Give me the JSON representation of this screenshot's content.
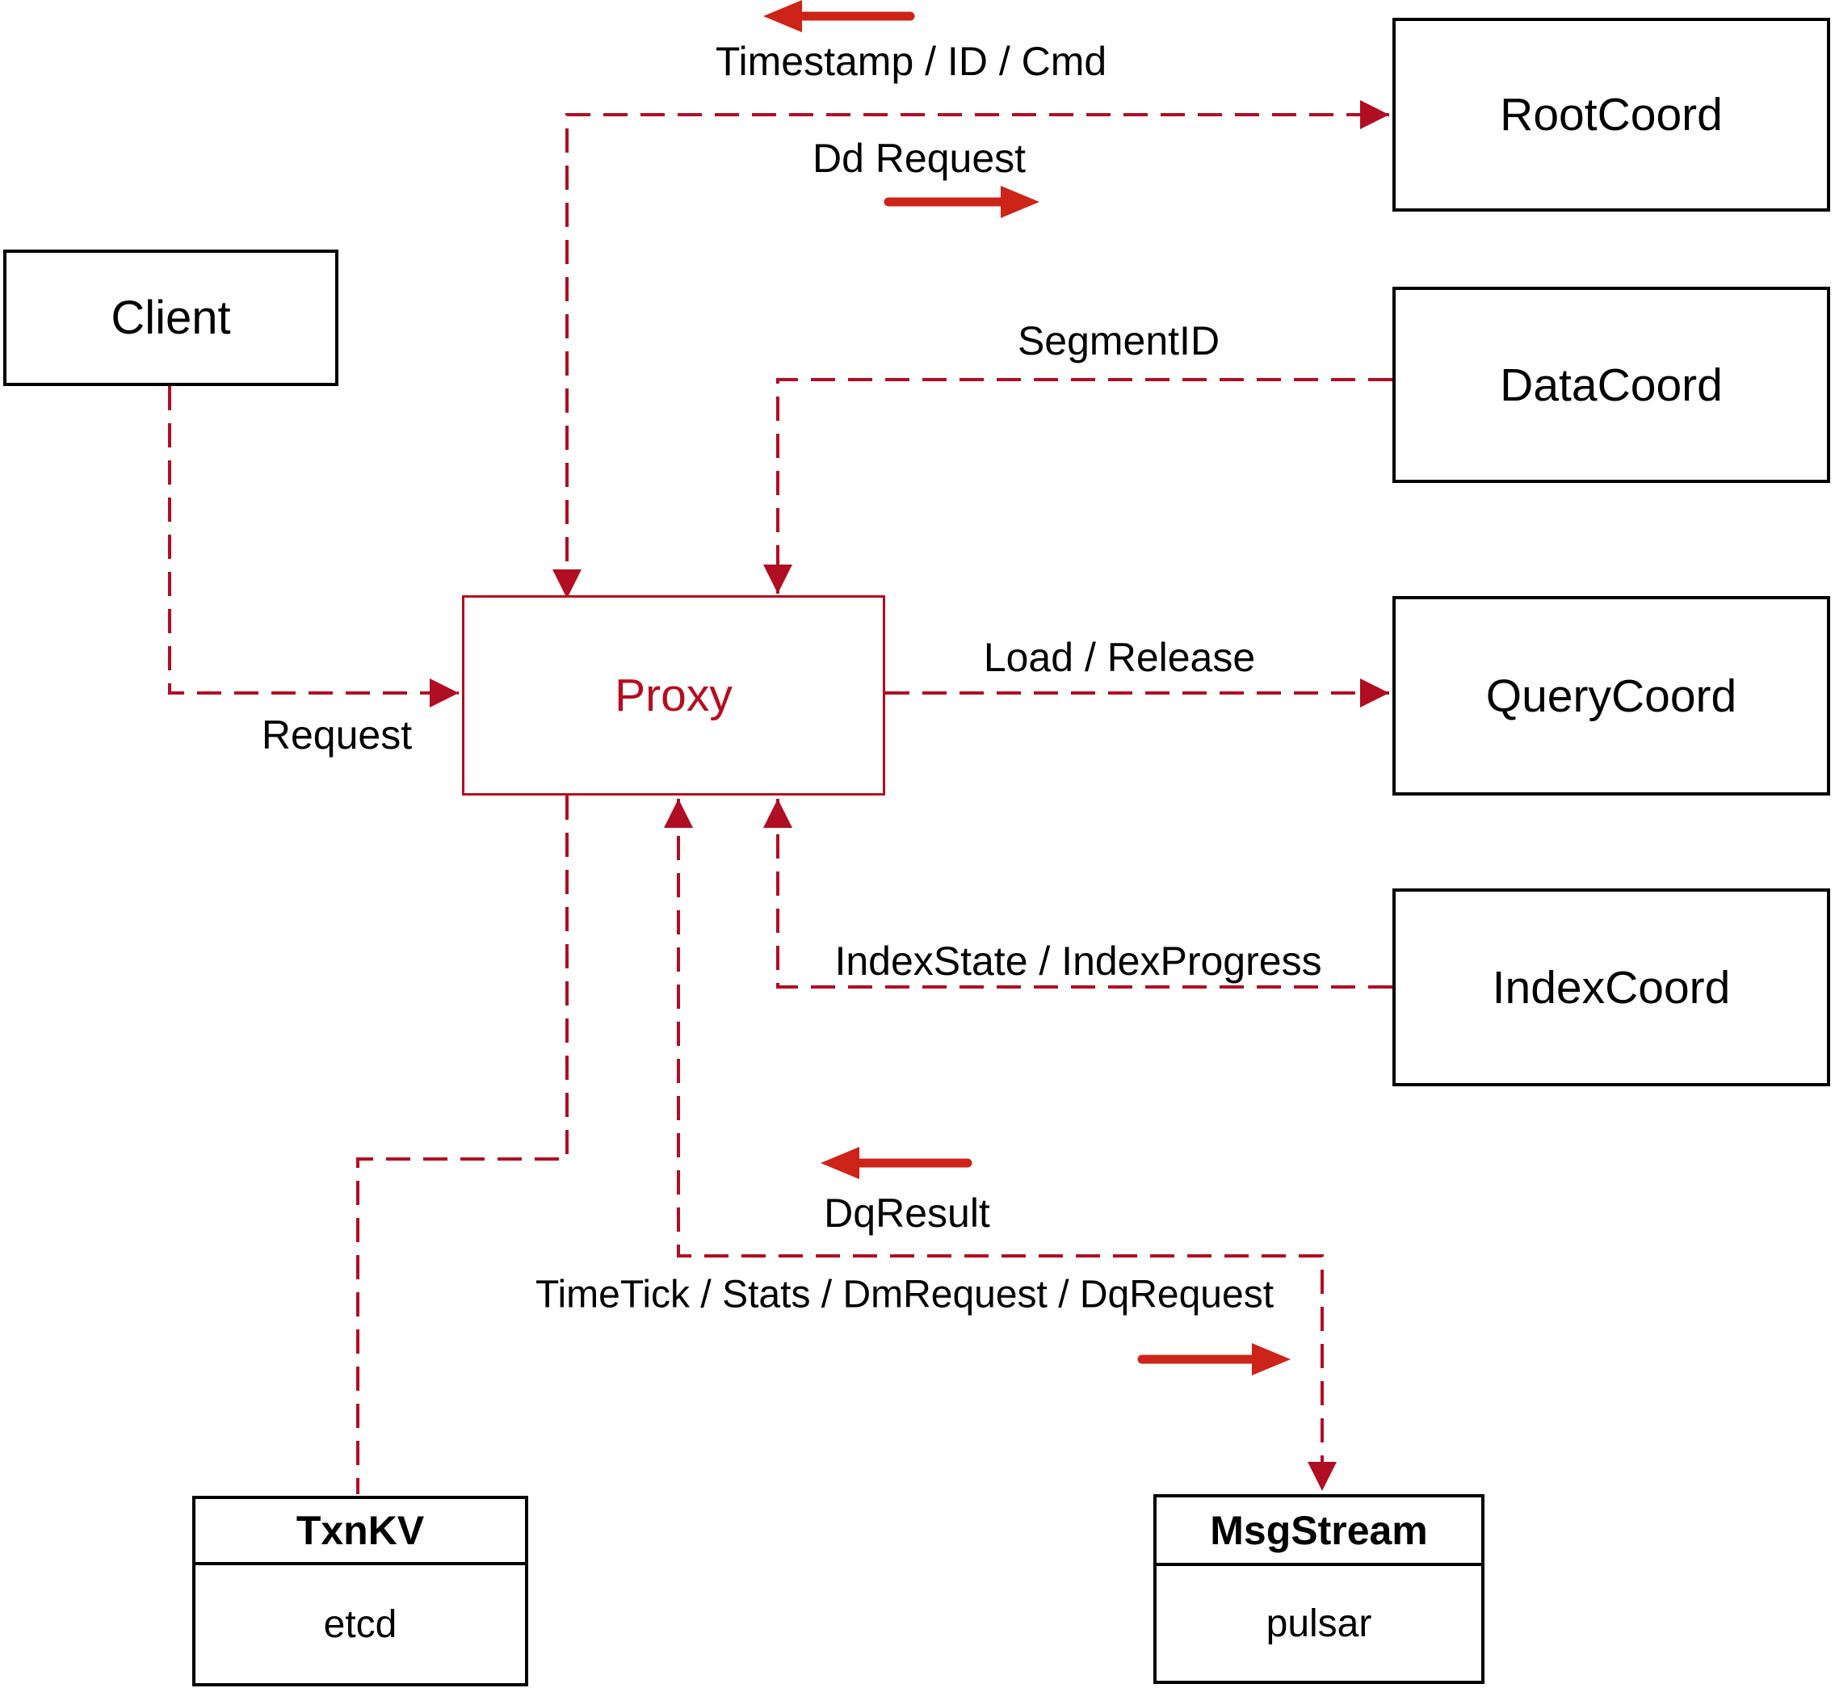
{
  "colors": {
    "edge_red": "#B00E23",
    "arrow_red": "#CC2418",
    "proxy_red": "#B50D20",
    "box_border": "#000000",
    "background": "#FFFFFF"
  },
  "nodes": {
    "client": {
      "label": "Client"
    },
    "proxy": {
      "label": "Proxy"
    },
    "rootcoord": {
      "label": "RootCoord"
    },
    "datacoord": {
      "label": "DataCoord"
    },
    "querycoord": {
      "label": "QueryCoord"
    },
    "indexcoord": {
      "label": "IndexCoord"
    },
    "txnkv": {
      "title": "TxnKV",
      "subtitle": "etcd"
    },
    "msgstream": {
      "title": "MsgStream",
      "subtitle": "pulsar"
    }
  },
  "edge_labels": {
    "timestamp_id_cmd": "Timestamp / ID / Cmd",
    "dd_request": "Dd Request",
    "segment_id": "SegmentID",
    "request": "Request",
    "load_release": "Load / Release",
    "index_state_progress": "IndexState / IndexProgress",
    "dq_result": "DqResult",
    "timetick_stats": "TimeTick / Stats / DmRequest / DqRequest"
  }
}
